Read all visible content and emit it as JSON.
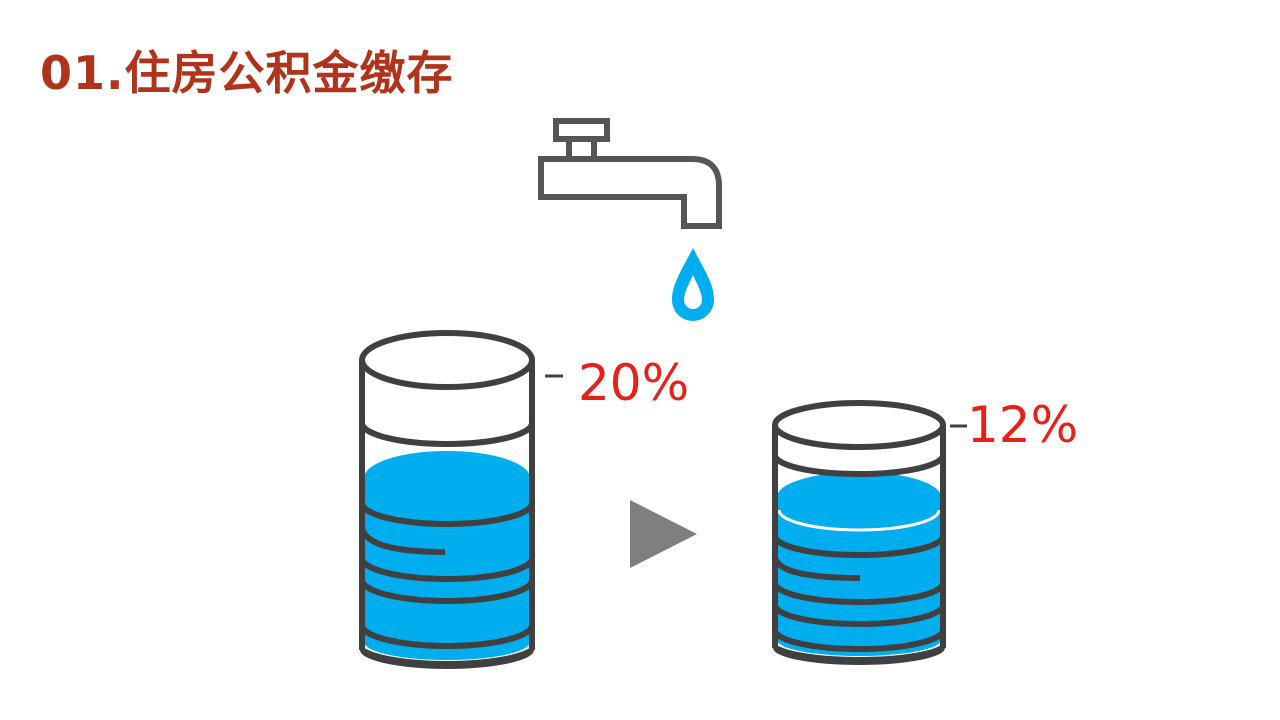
{
  "slide": {
    "title": "01.住房公积金缴存",
    "before_percent": "20%",
    "after_percent": "12%"
  },
  "diagram": {
    "before_rate": 0.2,
    "after_rate": 0.12
  },
  "colors": {
    "title": "#B0341C",
    "percent": "#E8201A",
    "water": "#00AEEF",
    "outline": "#404040",
    "faucet": "#555555",
    "arrow": "#7F7F7F"
  },
  "icons": {
    "faucet": "faucet-icon",
    "drop": "water-drop-icon",
    "arrow": "play-arrow-icon"
  }
}
